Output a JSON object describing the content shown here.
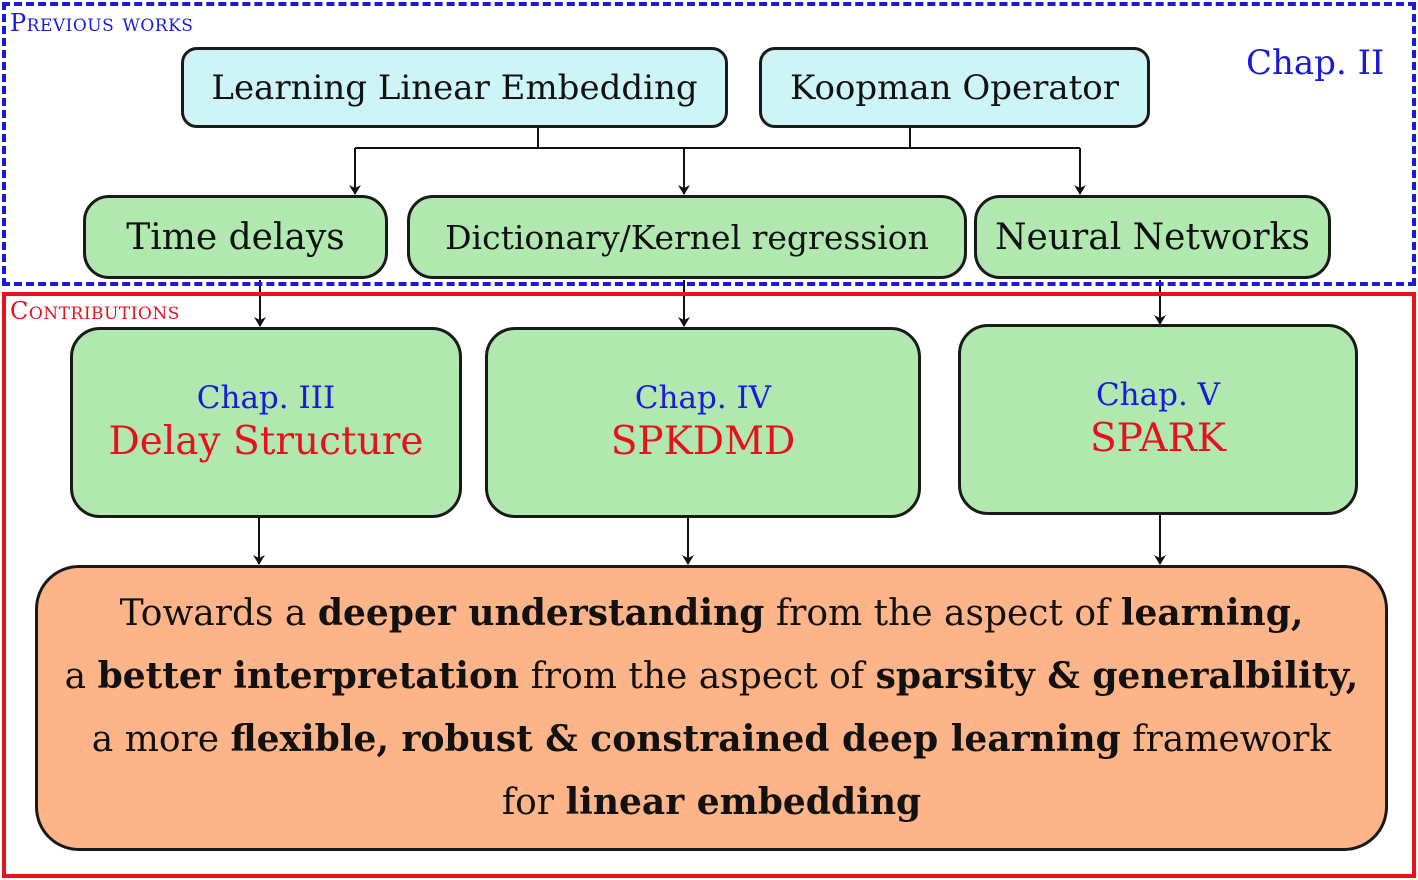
{
  "regions": {
    "previous": {
      "label": "Previous works",
      "chapter": "Chap. II",
      "color": "#1a1adb"
    },
    "contributions": {
      "label": "Contributions",
      "color": "#e8101b"
    }
  },
  "nodes": {
    "learning_linear_embedding": "Learning Linear Embedding",
    "koopman_operator": "Koopman Operator",
    "time_delays": "Time delays",
    "dictionary_kernel": "Dictionary/Kernel regression",
    "neural_networks": "Neural Networks"
  },
  "contributions": [
    {
      "chapter": "Chap. III",
      "name": "Delay Structure"
    },
    {
      "chapter": "Chap. IV",
      "name": "SPKDMD"
    },
    {
      "chapter": "Chap. V",
      "name": "SPARK"
    }
  ],
  "result": {
    "lines": [
      {
        "t1": "Towards a ",
        "b1": "deeper understanding",
        "t2": " from the aspect of ",
        "b2": "learning,"
      },
      {
        "t1": "a ",
        "b1": "better interpretation",
        "t2": " from the aspect of ",
        "b2": "sparsity & generalbility,"
      },
      {
        "t1": "a more ",
        "b1": "flexible, robust & constrained deep learning",
        "t2": " framework",
        "b2": ""
      },
      {
        "t1": "for ",
        "b1": "linear embedding",
        "t2": "",
        "b2": ""
      }
    ]
  },
  "colors": {
    "cyan_fill": "#cdf5f7",
    "green_fill": "#b0e8b0",
    "orange_fill": "#feb489",
    "chapter_blue": "#1a1adb",
    "contribution_red": "#e8101b"
  }
}
